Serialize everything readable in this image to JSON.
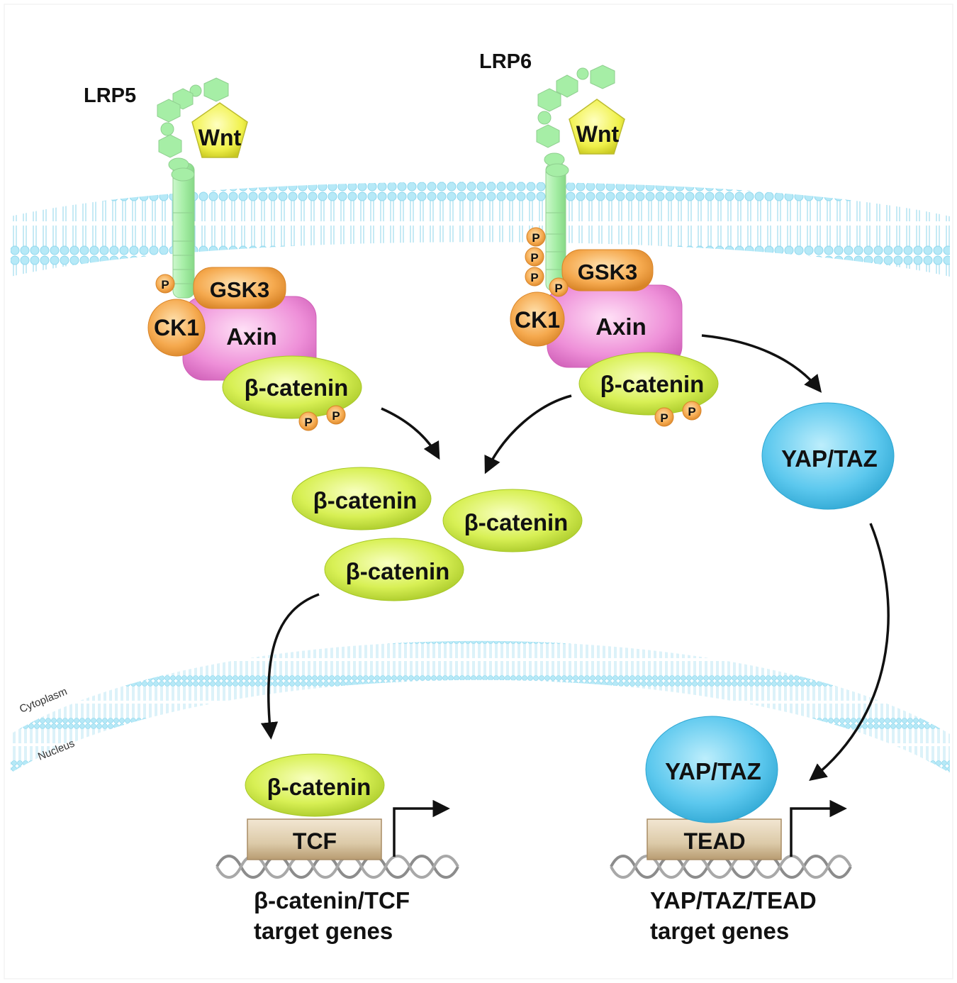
{
  "receptors": {
    "lrp5": "LRP5",
    "lrp6": "LRP6",
    "wnt_left": "Wnt",
    "wnt_right": "Wnt"
  },
  "complex_left": {
    "gsk3": "GSK3",
    "ck1": "CK1",
    "axin": "Axin",
    "beta_catenin": "β-catenin",
    "phospho": "P"
  },
  "complex_right": {
    "gsk3": "GSK3",
    "ck1": "CK1",
    "axin": "Axin",
    "beta_catenin": "β-catenin",
    "phospho": "P"
  },
  "cytoplasm": {
    "beta_catenin_1": "β-catenin",
    "beta_catenin_2": "β-catenin",
    "beta_catenin_3": "β-catenin",
    "yap_taz": "YAP/TAZ"
  },
  "compartments": {
    "cytoplasm": "Cytoplasm",
    "nucleus": "Nucleus"
  },
  "nucleus": {
    "beta_catenin": "β-catenin",
    "tcf": "TCF",
    "yap_taz": "YAP/TAZ",
    "tead": "TEAD",
    "tcf_targets_line1": "β-catenin/TCF",
    "tcf_targets_line2": "target genes",
    "tead_targets_line1": "YAP/TAZ/TEAD",
    "tead_targets_line2": "target genes"
  },
  "colors": {
    "membrane": "#8fd8ee",
    "receptor": "#a6eea6",
    "wnt": "#f0f14a",
    "kinase": "#f5a94e",
    "axin": "#ee8fd8",
    "beta_catenin": "#d8f055",
    "yap_taz": "#5cc8ee",
    "tf_box": "#d8c3a2"
  }
}
